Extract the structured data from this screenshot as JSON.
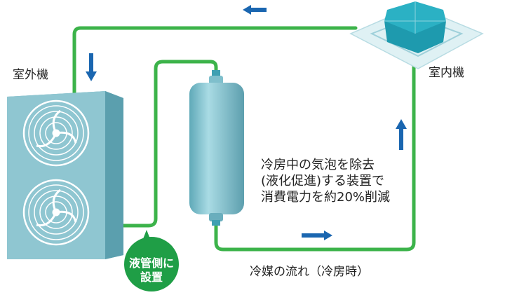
{
  "labels": {
    "outdoor_unit": "室外機",
    "indoor_unit": "室内機",
    "description_lines": [
      "冷房中の気泡を除去",
      "(液化促進)する装置で",
      "消費電力を約20%削減"
    ],
    "badge_lines": [
      "液管側に",
      "設置"
    ],
    "flow_caption": "冷媒の流れ（冷房時）"
  },
  "colors": {
    "pipe": "#3cb34a",
    "badge": "#1f9e46",
    "arrow": "#1a66b0",
    "outdoor_unit_face": "#8fc6d1",
    "outdoor_unit_side": "#6aaebd",
    "canister": "#7fbfcc",
    "indoor_unit_panel": "#dff1f4",
    "indoor_unit_grille": "#1e9aae"
  },
  "icons": {
    "fan": "fan-icon",
    "arrow": "arrow-icon"
  }
}
